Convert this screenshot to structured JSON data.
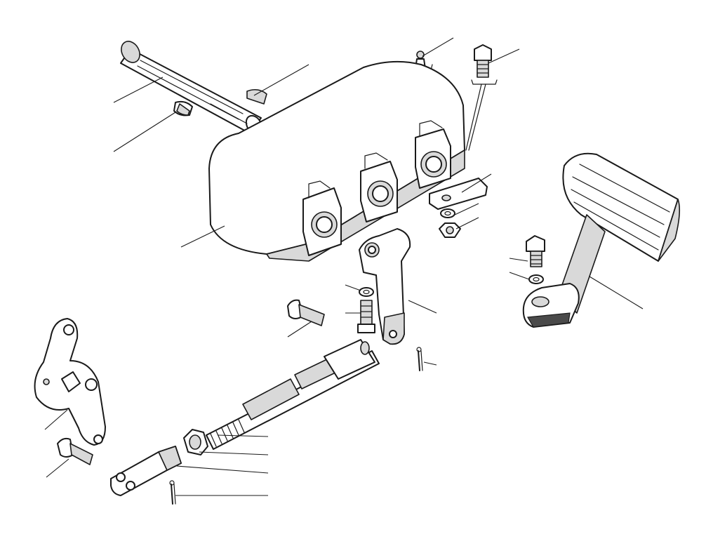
{
  "diagram": {
    "parts": [
      {
        "id": "pivot-shaft",
        "icon": "shaft-icon"
      },
      {
        "id": "woodruff-key-upper",
        "icon": "key-icon"
      },
      {
        "id": "woodruff-key-lower",
        "icon": "key-icon"
      },
      {
        "id": "grease-nipple",
        "icon": "grease-nipple-icon"
      },
      {
        "id": "mounting-bolt-top",
        "icon": "bolt-icon"
      },
      {
        "id": "pedal-bracket-housing",
        "icon": "housing-icon"
      },
      {
        "id": "locking-plate",
        "icon": "plate-icon"
      },
      {
        "id": "spring-washer",
        "icon": "washer-icon"
      },
      {
        "id": "hex-nut",
        "icon": "nut-icon"
      },
      {
        "id": "brake-pedal",
        "icon": "pedal-icon"
      },
      {
        "id": "pedal-bolt",
        "icon": "bolt-icon"
      },
      {
        "id": "pedal-washer",
        "icon": "washer-icon"
      },
      {
        "id": "drop-lever",
        "icon": "lever-icon"
      },
      {
        "id": "lever-washer",
        "icon": "washer-icon"
      },
      {
        "id": "lever-bolt",
        "icon": "bolt-icon"
      },
      {
        "id": "clevis-pin",
        "icon": "pin-icon"
      },
      {
        "id": "split-pin-upper",
        "icon": "split-pin-icon"
      },
      {
        "id": "adjustable-rod",
        "icon": "rod-icon"
      },
      {
        "id": "lock-nut",
        "icon": "nut-icon"
      },
      {
        "id": "clevis-fork",
        "icon": "clevis-icon"
      },
      {
        "id": "split-pin-lower",
        "icon": "split-pin-icon"
      },
      {
        "id": "relay-lever",
        "icon": "lever-icon"
      },
      {
        "id": "relay-clevis-pin",
        "icon": "pin-icon"
      }
    ]
  }
}
